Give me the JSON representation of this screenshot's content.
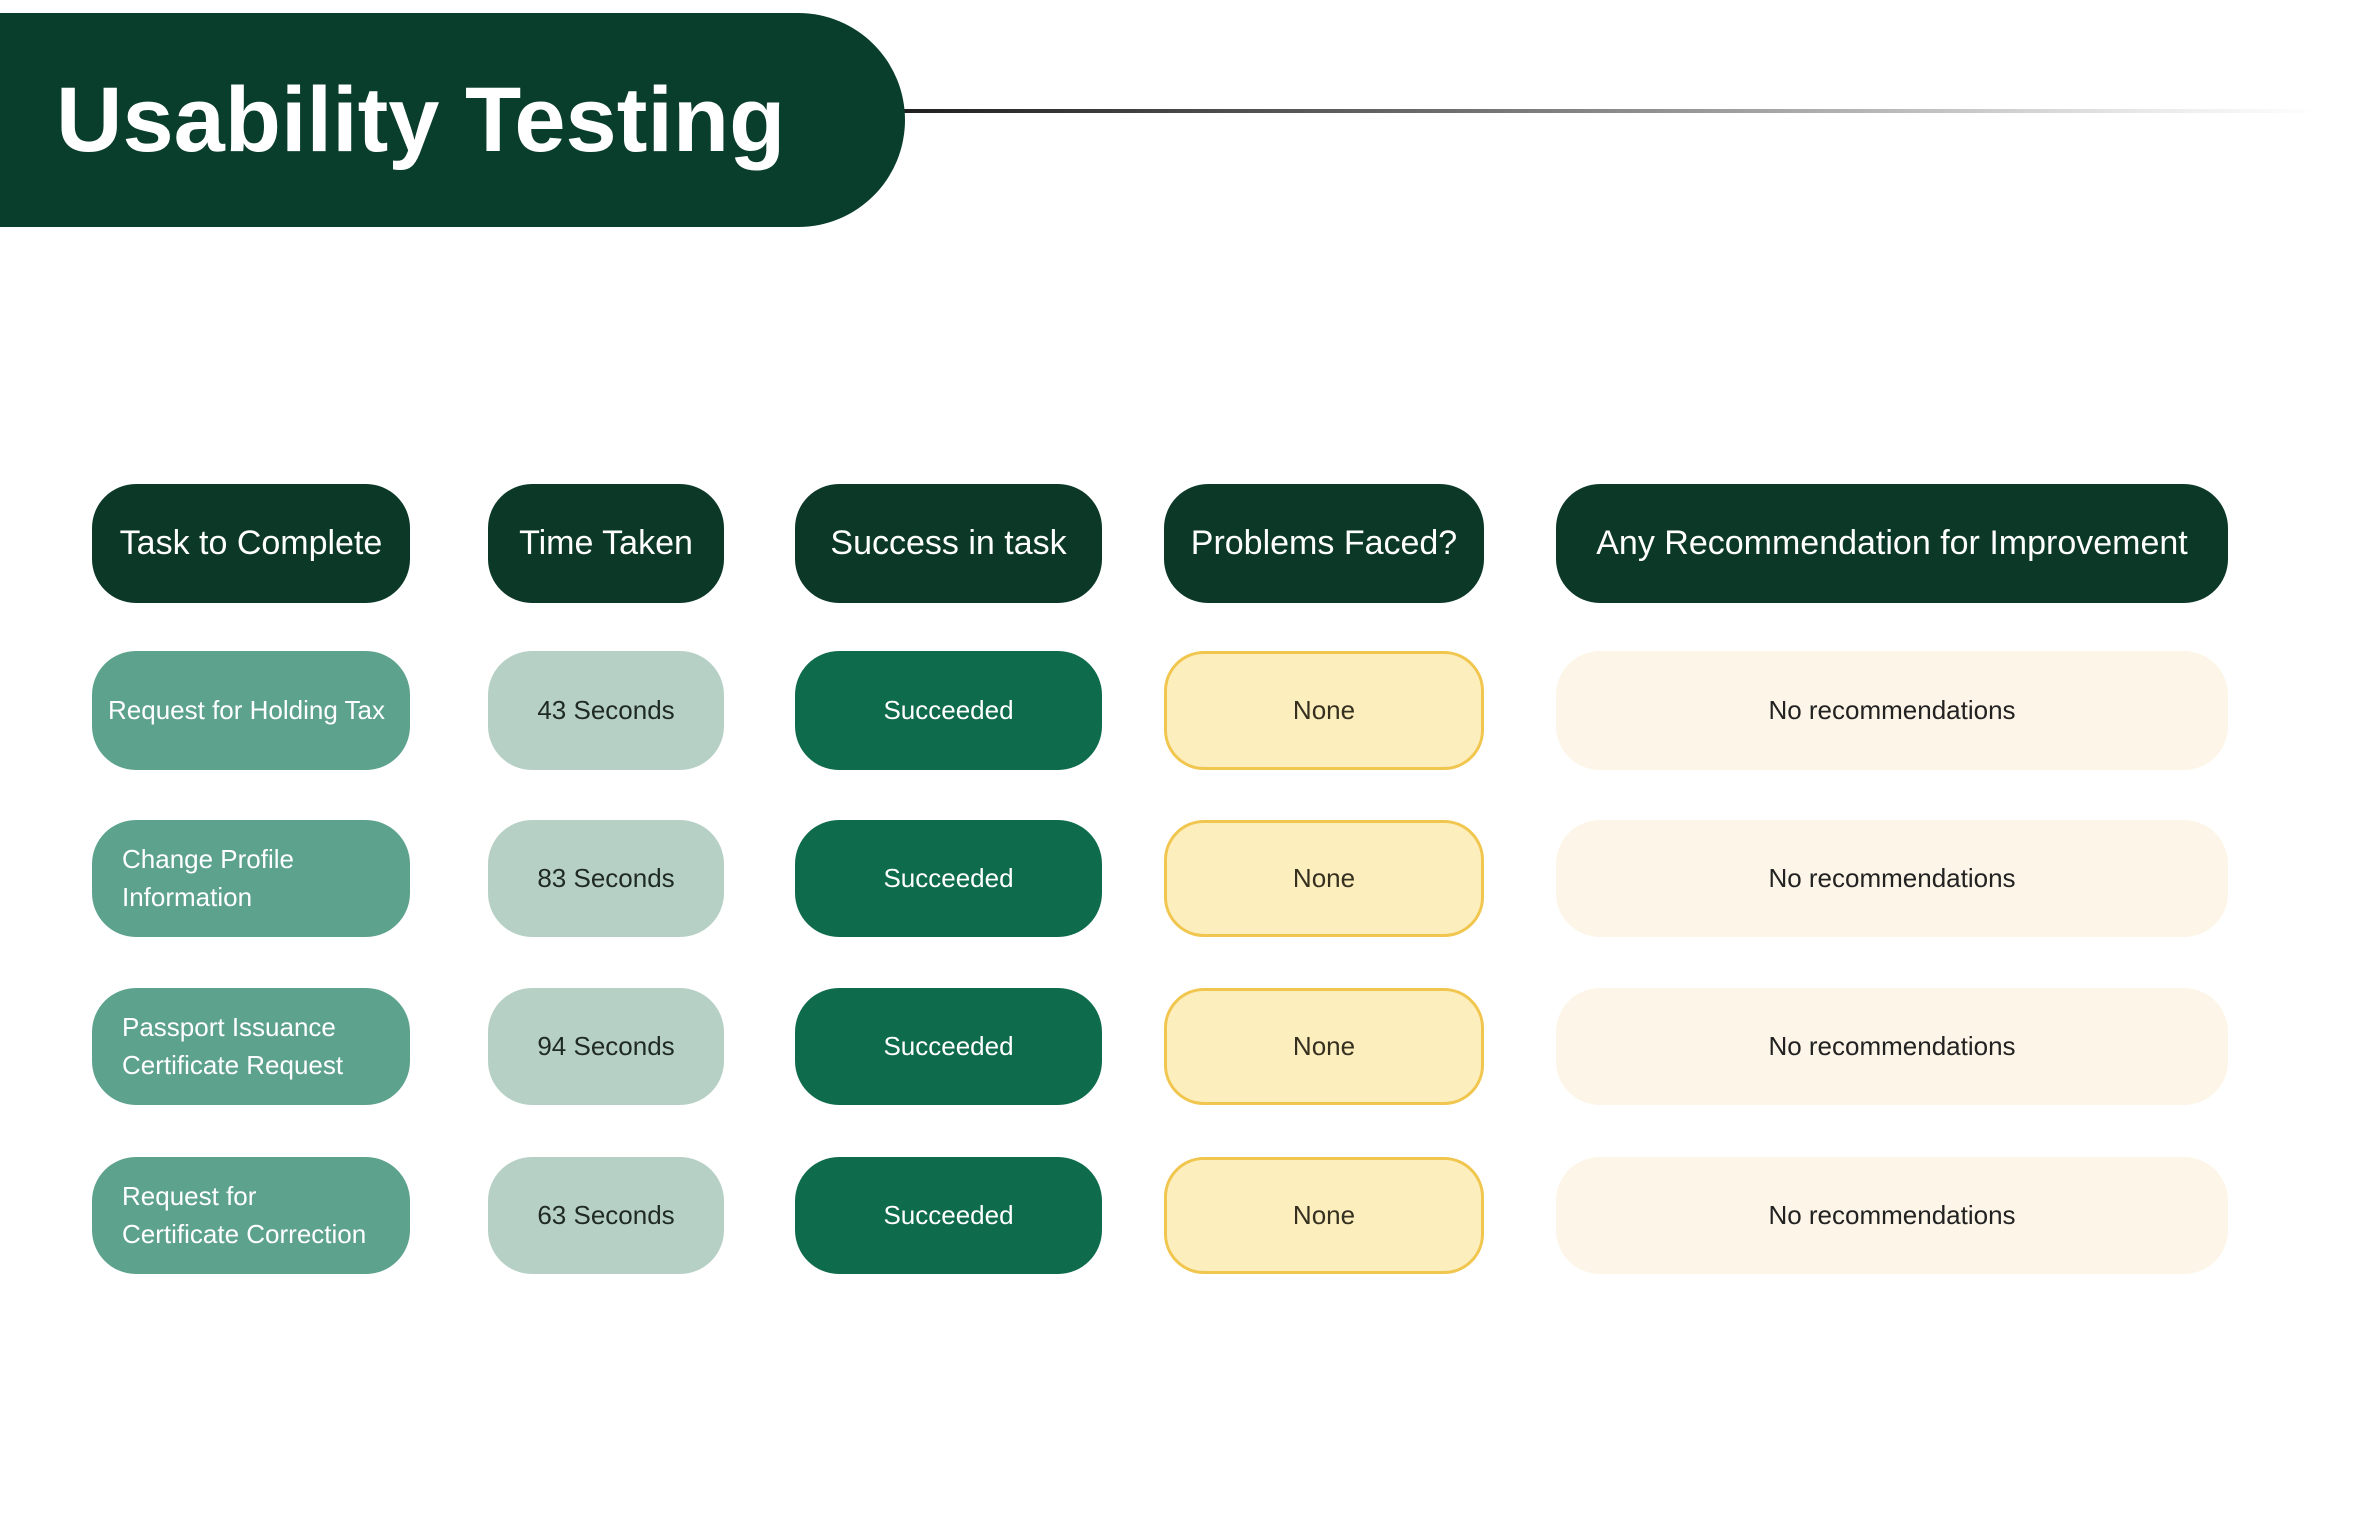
{
  "title": "Usability Testing",
  "colors": {
    "banner-green": "#0a3e2c",
    "header-green": "#0c3828",
    "task-green": "#5da28c",
    "time-green": "#b7d0c5",
    "success-green": "#0e6b4b",
    "none-fill": "#fdeebd",
    "none-border": "#f1c64f",
    "rec-fill": "#fdf5e7"
  },
  "table": {
    "headers": [
      {
        "label": "Task to Complete"
      },
      {
        "label": "Time Taken"
      },
      {
        "label": "Success in task"
      },
      {
        "label": "Problems Faced?"
      },
      {
        "label": "Any Recommendation for Improvement"
      }
    ],
    "rows": [
      {
        "task": "Request for Holding Tax",
        "time_taken": "43 Seconds",
        "success": "Succeeded",
        "problems": "None",
        "recommendation": "No recommendations"
      },
      {
        "task": "Change Profile\nInformation",
        "time_taken": "83 Seconds",
        "success": "Succeeded",
        "problems": "None",
        "recommendation": "No recommendations"
      },
      {
        "task": "Passport Issuance\nCertificate Request",
        "time_taken": "94 Seconds",
        "success": "Succeeded",
        "problems": "None",
        "recommendation": "No recommendations"
      },
      {
        "task": "Request for\nCertificate Correction",
        "time_taken": "63 Seconds",
        "success": "Succeeded",
        "problems": "None",
        "recommendation": "No recommendations"
      }
    ]
  }
}
